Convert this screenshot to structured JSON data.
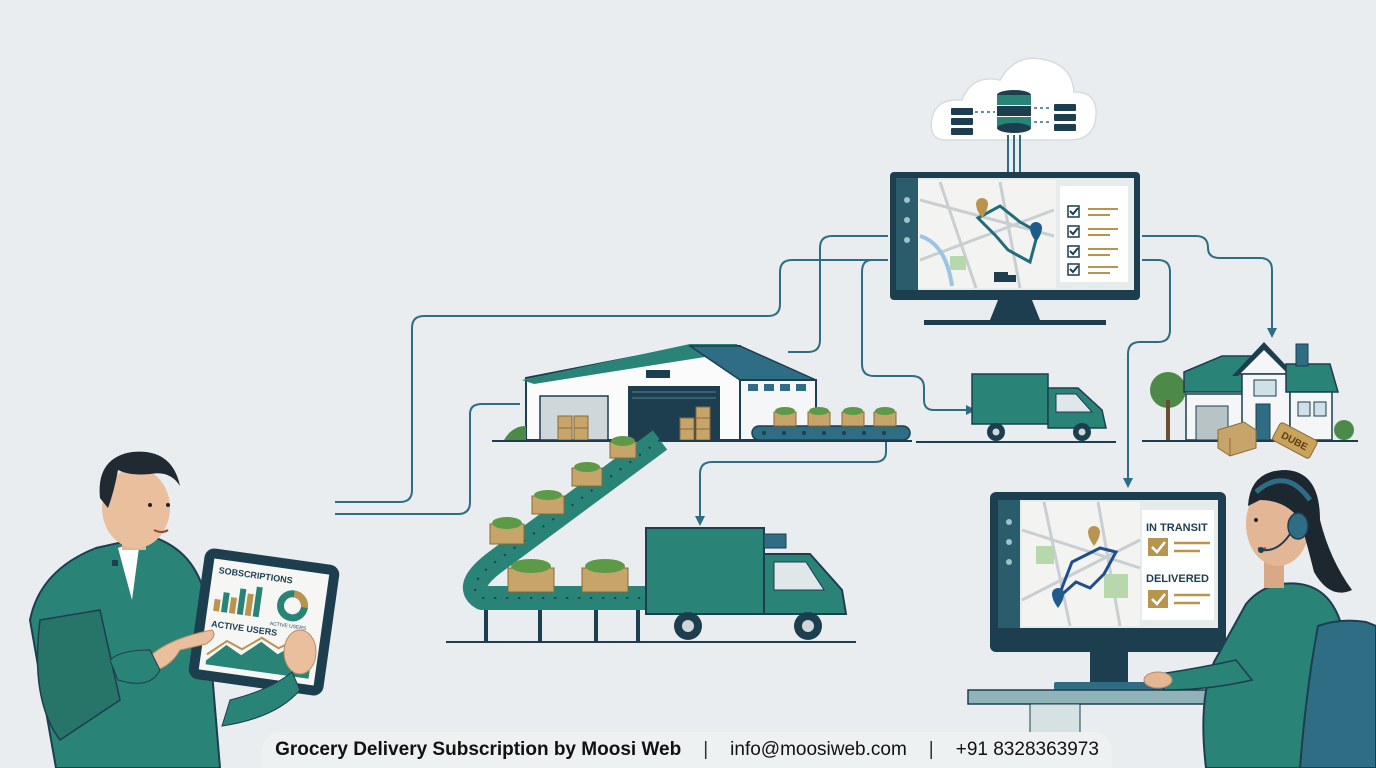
{
  "colors": {
    "background": "#e9edef",
    "teal": "#2a8377",
    "dark_navy": "#1d3e4f",
    "gold": "#b8954f",
    "line_blue": "#2e6d84"
  },
  "tablet": {
    "heading": "SOBSCRIPTIONS",
    "tiny_label": "ACTIVE USERS",
    "caption": "ACTIVE USERS"
  },
  "dispatcher_monitor": {
    "status_1": "IN TRANSIT",
    "status_2": "DELIVERED"
  },
  "house": {
    "tag": "DUBE"
  },
  "footer": {
    "brand": "Grocery Delivery Subscription by Moosi Web",
    "separator": "|",
    "email": "info@moosiweb.com",
    "phone": "+91 8328363973"
  }
}
